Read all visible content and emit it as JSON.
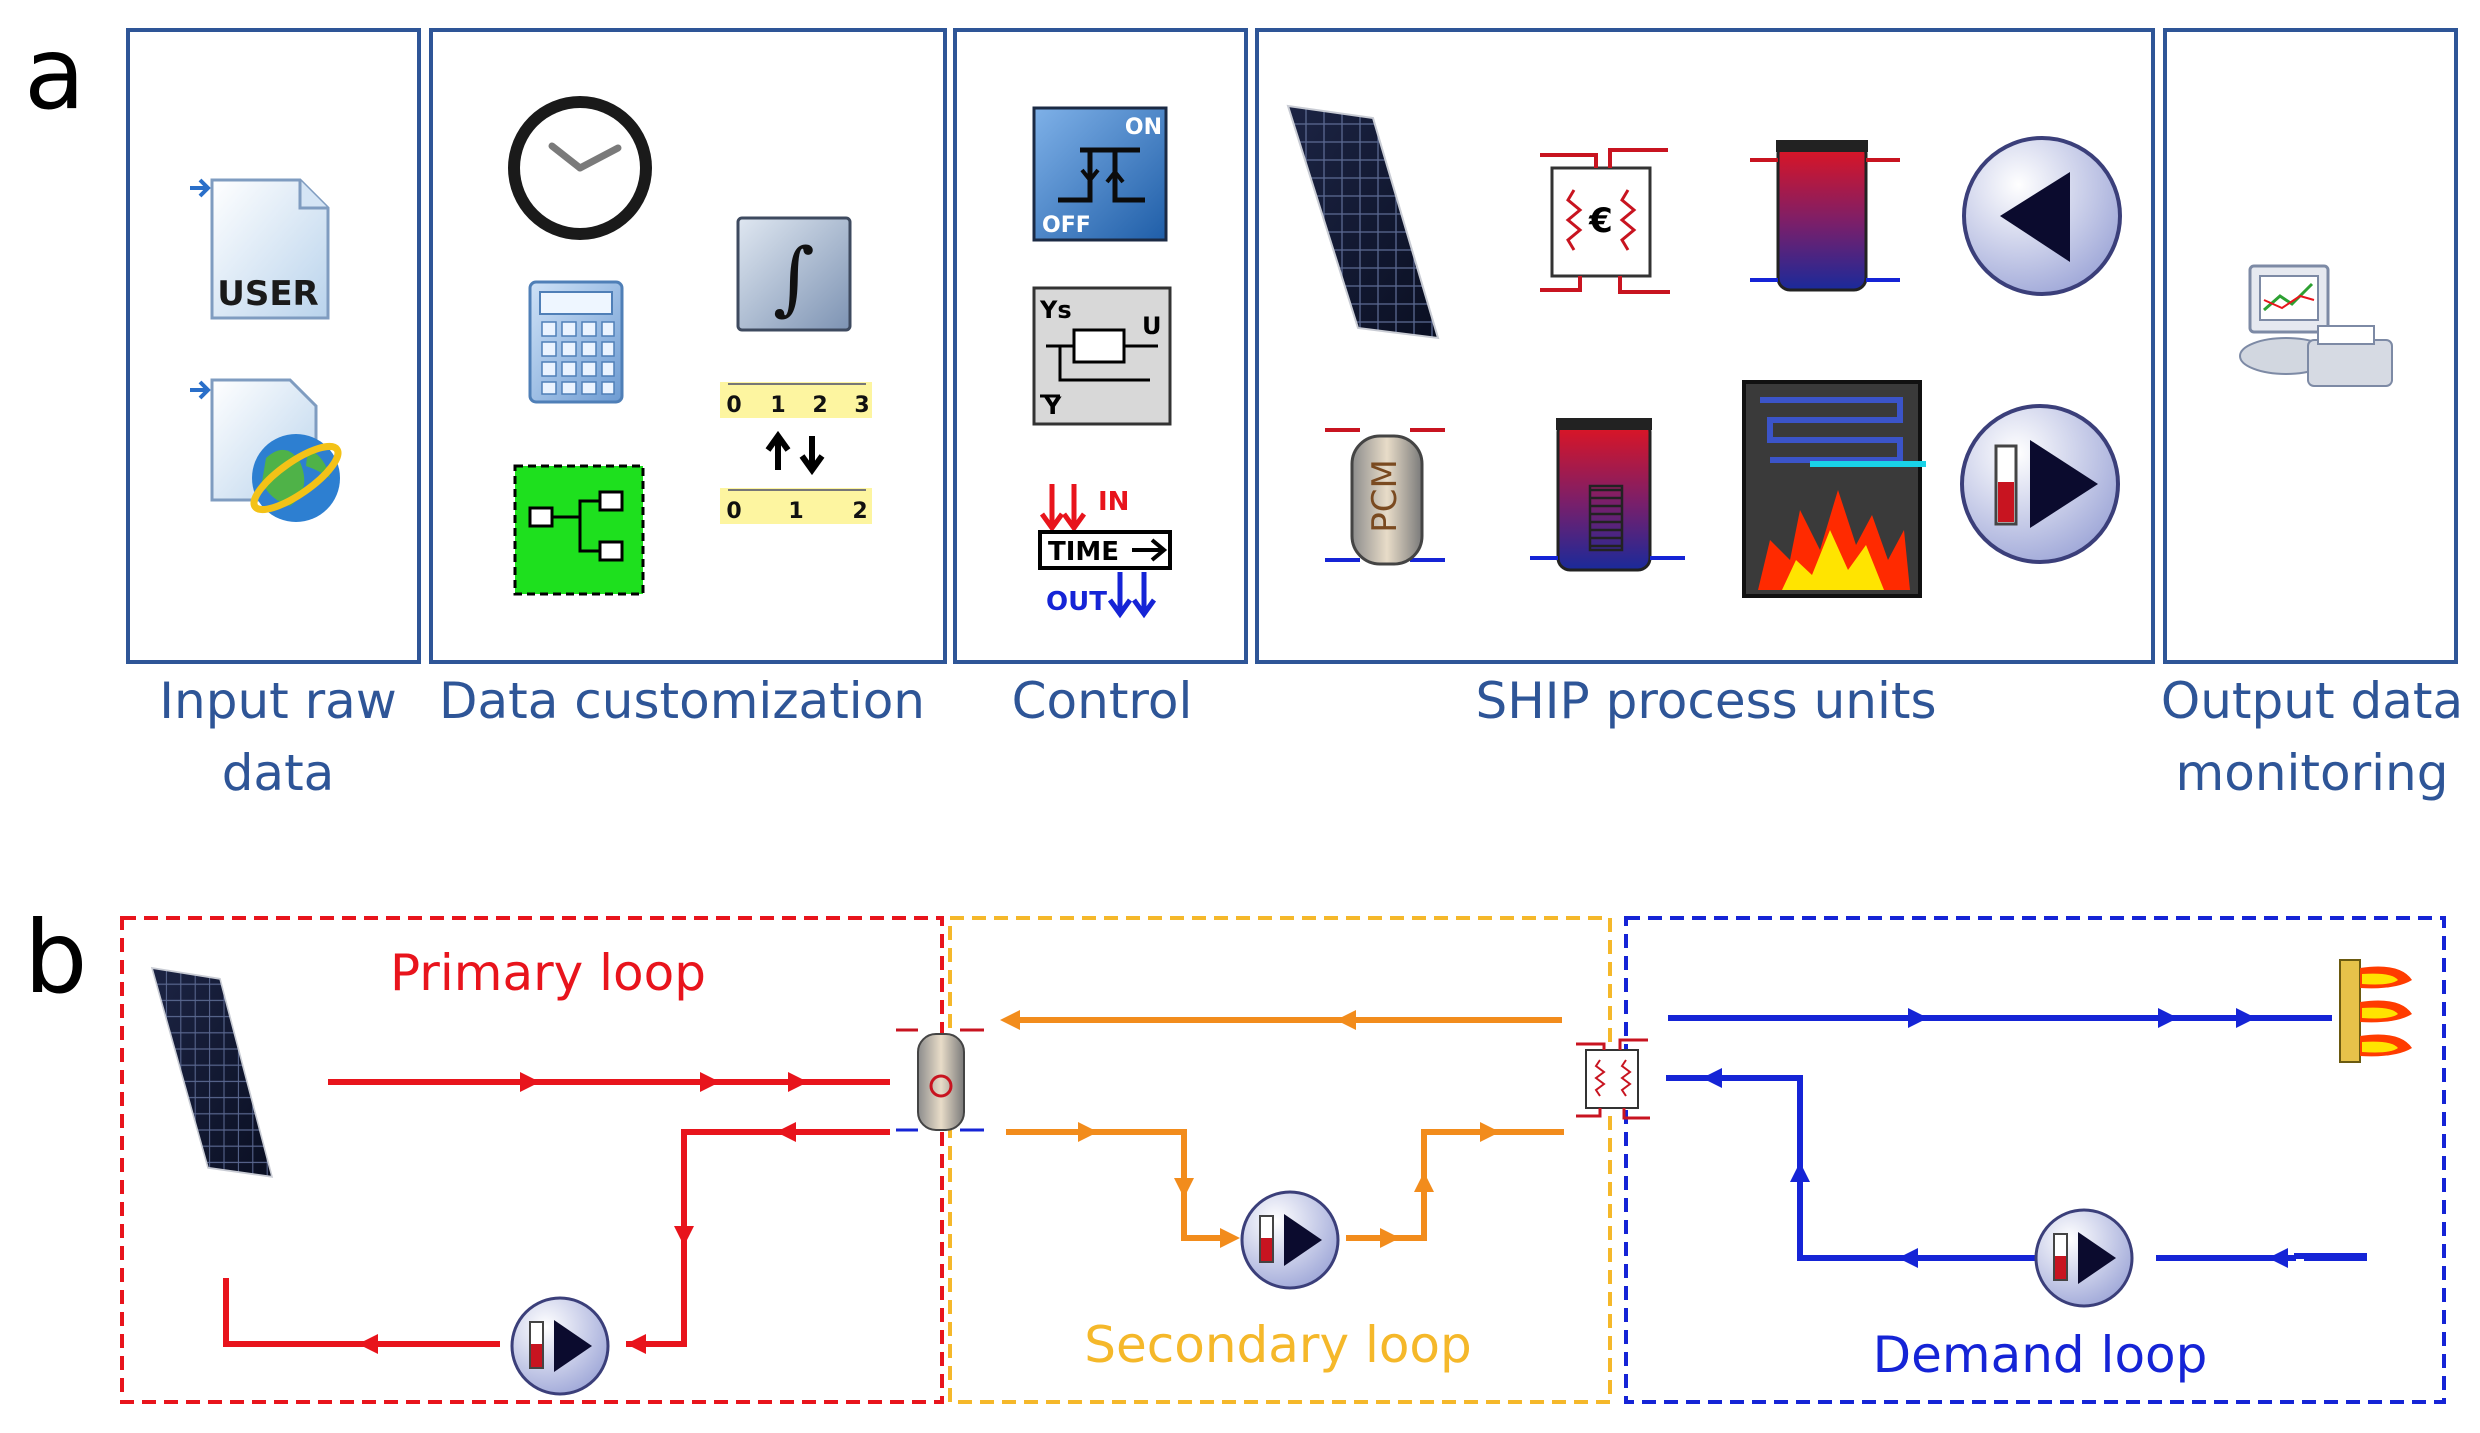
{
  "panel_a": {
    "letter": "a",
    "boxes": [
      {
        "label_line1": "Input raw",
        "label_line2": "data"
      },
      {
        "label_line1": "Data customization",
        "label_line2": ""
      },
      {
        "label_line1": "Control",
        "label_line2": ""
      },
      {
        "label_line1": "SHIP process units",
        "label_line2": ""
      },
      {
        "label_line1": "Output data",
        "label_line2": "monitoring"
      }
    ],
    "icon_texts": {
      "user_file": "USER",
      "onoff_on": "ON",
      "onoff_off": "OFF",
      "controller_ys": "Ys",
      "controller_u": "U",
      "controller_y": "Y",
      "time_in": "IN",
      "time_label": "TIME",
      "time_out": "OUT",
      "ruler_top": [
        "0",
        "1",
        "2",
        "3"
      ],
      "ruler_bottom": [
        "0",
        "1",
        "2"
      ],
      "heat_exchanger": "€",
      "pcm": "PCM"
    }
  },
  "panel_b": {
    "letter": "b",
    "loops": {
      "primary": "Primary loop",
      "secondary": "Secondary loop",
      "demand": "Demand loop"
    }
  },
  "colors": {
    "box_border": "#2e5597",
    "label_text": "#2e5597",
    "primary": "#e8141c",
    "secondary": "#f28c1c",
    "secondary_border": "#f5b82a",
    "secondary_text": "#f5b82a",
    "demand": "#1524d6",
    "primary_text": "#e8141c",
    "demand_text": "#1524d6"
  },
  "icons": [
    "user-file-icon",
    "web-file-icon",
    "clock-icon",
    "calculator-icon",
    "integral-icon",
    "ruler-scale-icon",
    "data-tree-icon",
    "on-off-switch-icon",
    "controller-icon",
    "time-delay-icon",
    "solar-panel-icon",
    "heat-exchanger-icon",
    "storage-tank-icon",
    "pump-icon",
    "pcm-storage-icon",
    "coil-tank-icon",
    "boiler-icon",
    "variable-pump-icon",
    "monitor-printer-icon",
    "heat-demand-icon"
  ]
}
